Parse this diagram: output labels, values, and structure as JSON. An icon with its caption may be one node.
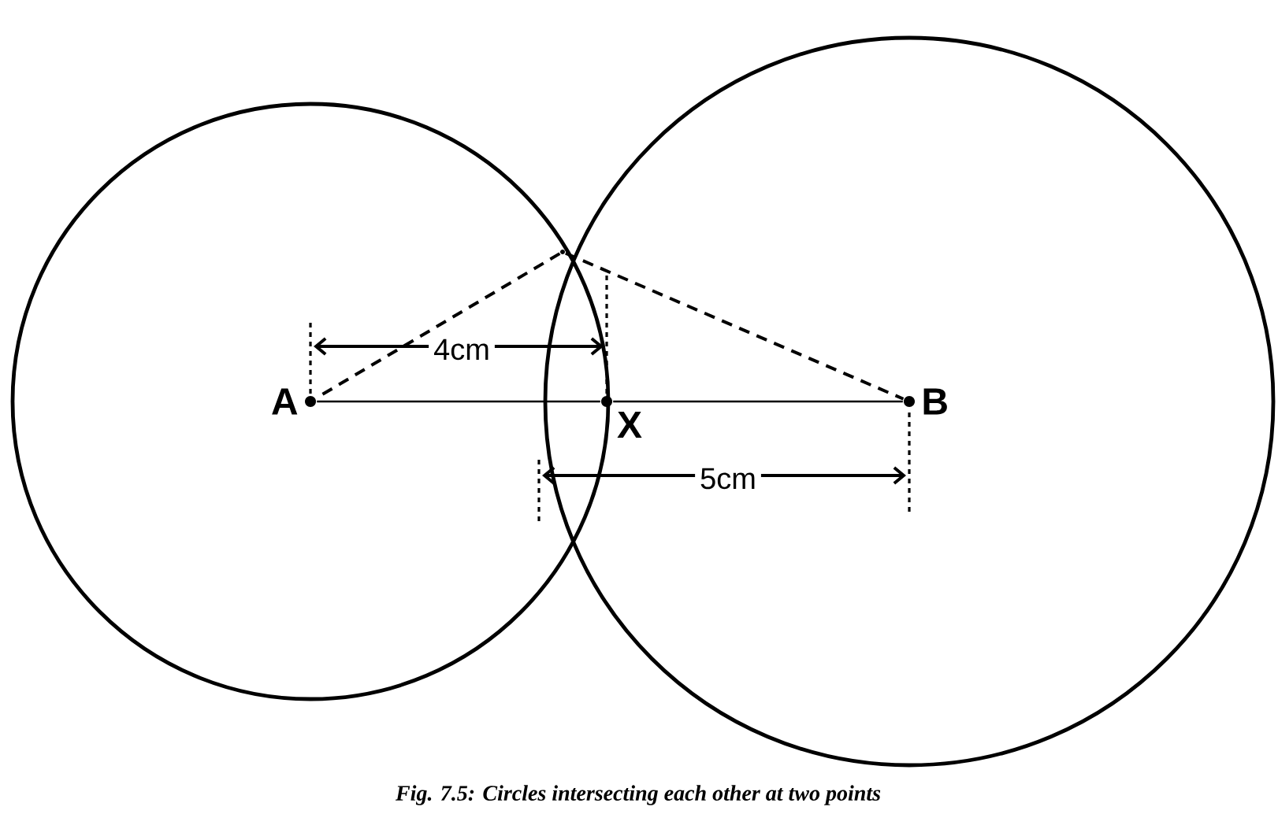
{
  "diagram": {
    "caption": "Fig. 7.5: Circles intersecting each other at two points",
    "nodes": [
      {
        "text": [
          "A"
        ]
      },
      {
        "text": [
          "X"
        ]
      },
      {
        "text": [
          "B"
        ]
      },
      {
        "text": [],
        "shape": "dot"
      }
    ],
    "edges": [
      {
        "from": 0,
        "to": 1,
        "arrow": "none"
      },
      {
        "from": 1,
        "to": 2,
        "arrow": "none"
      },
      {
        "from": 3,
        "to": 0,
        "arrow": "none",
        "style": "dashed"
      },
      {
        "from": 3,
        "to": 2,
        "arrow": "none",
        "style": "dashed"
      }
    ],
    "labels": [
      "4cm",
      "5cm"
    ]
  }
}
